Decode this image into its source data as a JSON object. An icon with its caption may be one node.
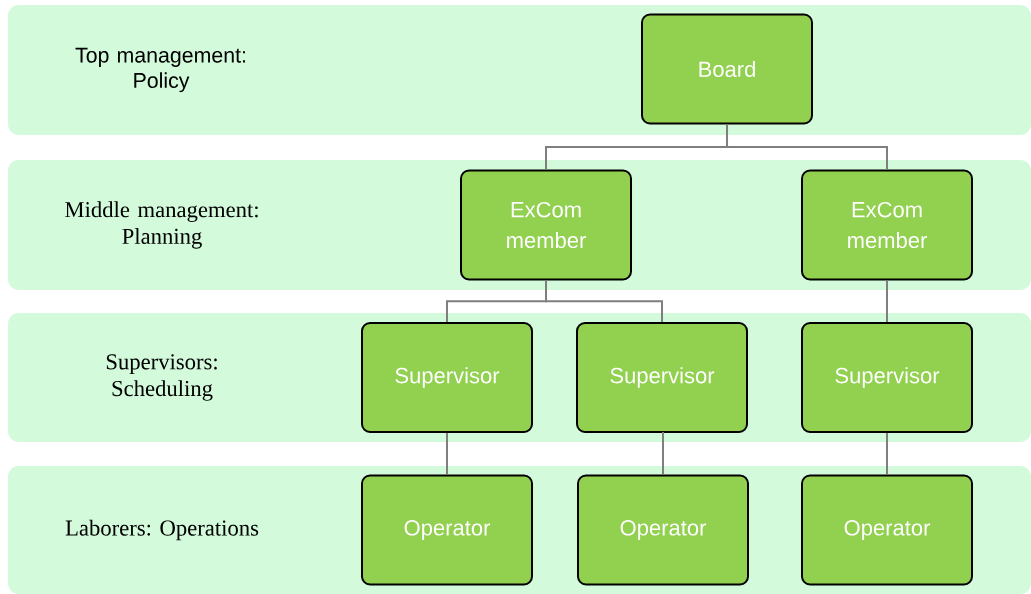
{
  "diagram": {
    "nodes": [
      {
        "text": [
          "Top management: Policy"
        ]
      },
      {
        "text": [
          "Board"
        ],
        "in": 0
      },
      {
        "text": [
          "Middle management: Planning"
        ]
      },
      {
        "text": [
          "ExCom member"
        ],
        "in": 2
      },
      {
        "text": [
          "ExCom member"
        ],
        "in": 2
      },
      {
        "text": [
          "Supervisors: Scheduling"
        ]
      },
      {
        "text": [
          "Supervisor"
        ],
        "in": 5
      },
      {
        "text": [
          "Supervisor"
        ],
        "in": 5
      },
      {
        "text": [
          "Supervisor"
        ],
        "in": 5
      },
      {
        "text": [
          "Laborers: Operations"
        ]
      },
      {
        "text": [
          "Operator"
        ],
        "in": 9
      },
      {
        "text": [
          "Operator"
        ],
        "in": 9
      },
      {
        "text": [
          "Operator"
        ],
        "in": 9
      }
    ],
    "edges": [
      {
        "from": 1,
        "to": 3,
        "arrow": "none"
      },
      {
        "from": 1,
        "to": 4,
        "arrow": "none"
      },
      {
        "from": 3,
        "to": 6,
        "arrow": "none"
      },
      {
        "from": 3,
        "to": 7,
        "arrow": "none"
      },
      {
        "from": 4,
        "to": 8,
        "arrow": "none"
      },
      {
        "from": 6,
        "to": 10,
        "arrow": "none"
      },
      {
        "from": 7,
        "to": 11,
        "arrow": "none"
      },
      {
        "from": 8,
        "to": 12,
        "arrow": "none"
      }
    ]
  }
}
